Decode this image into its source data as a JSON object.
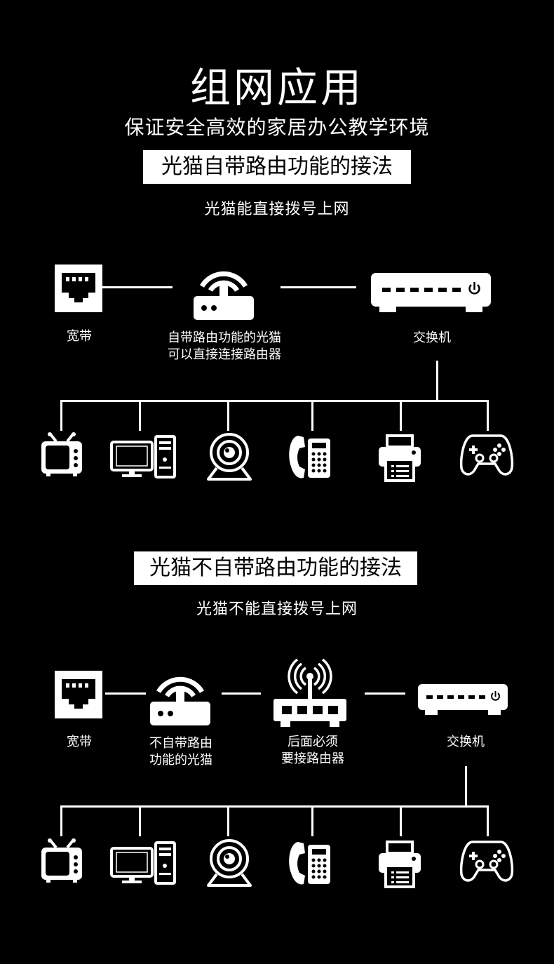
{
  "header": {
    "title": "组网应用",
    "subtitle": "保证安全高效的家居办公教学环境"
  },
  "section1": {
    "heading": "光猫自带路由功能的接法",
    "note": "光猫能直接拨号上网",
    "labels": {
      "broadband": "宽带",
      "modem_line1": "自带路由功能的光猫",
      "modem_line2": "可以直接连接路由器",
      "switch": "交换机"
    }
  },
  "section2": {
    "heading": "光猫不自带路由功能的接法",
    "note": "光猫不能直接拨号上网",
    "labels": {
      "broadband": "宽带",
      "modem_line1": "不自带路由",
      "modem_line2": "功能的光猫",
      "router_line1": "后面必须",
      "router_line2": "要接路由器",
      "switch": "交换机"
    }
  },
  "devices": [
    "tv-icon",
    "desktop-computer-icon",
    "webcam-icon",
    "telephone-icon",
    "printer-icon",
    "gamepad-icon"
  ]
}
